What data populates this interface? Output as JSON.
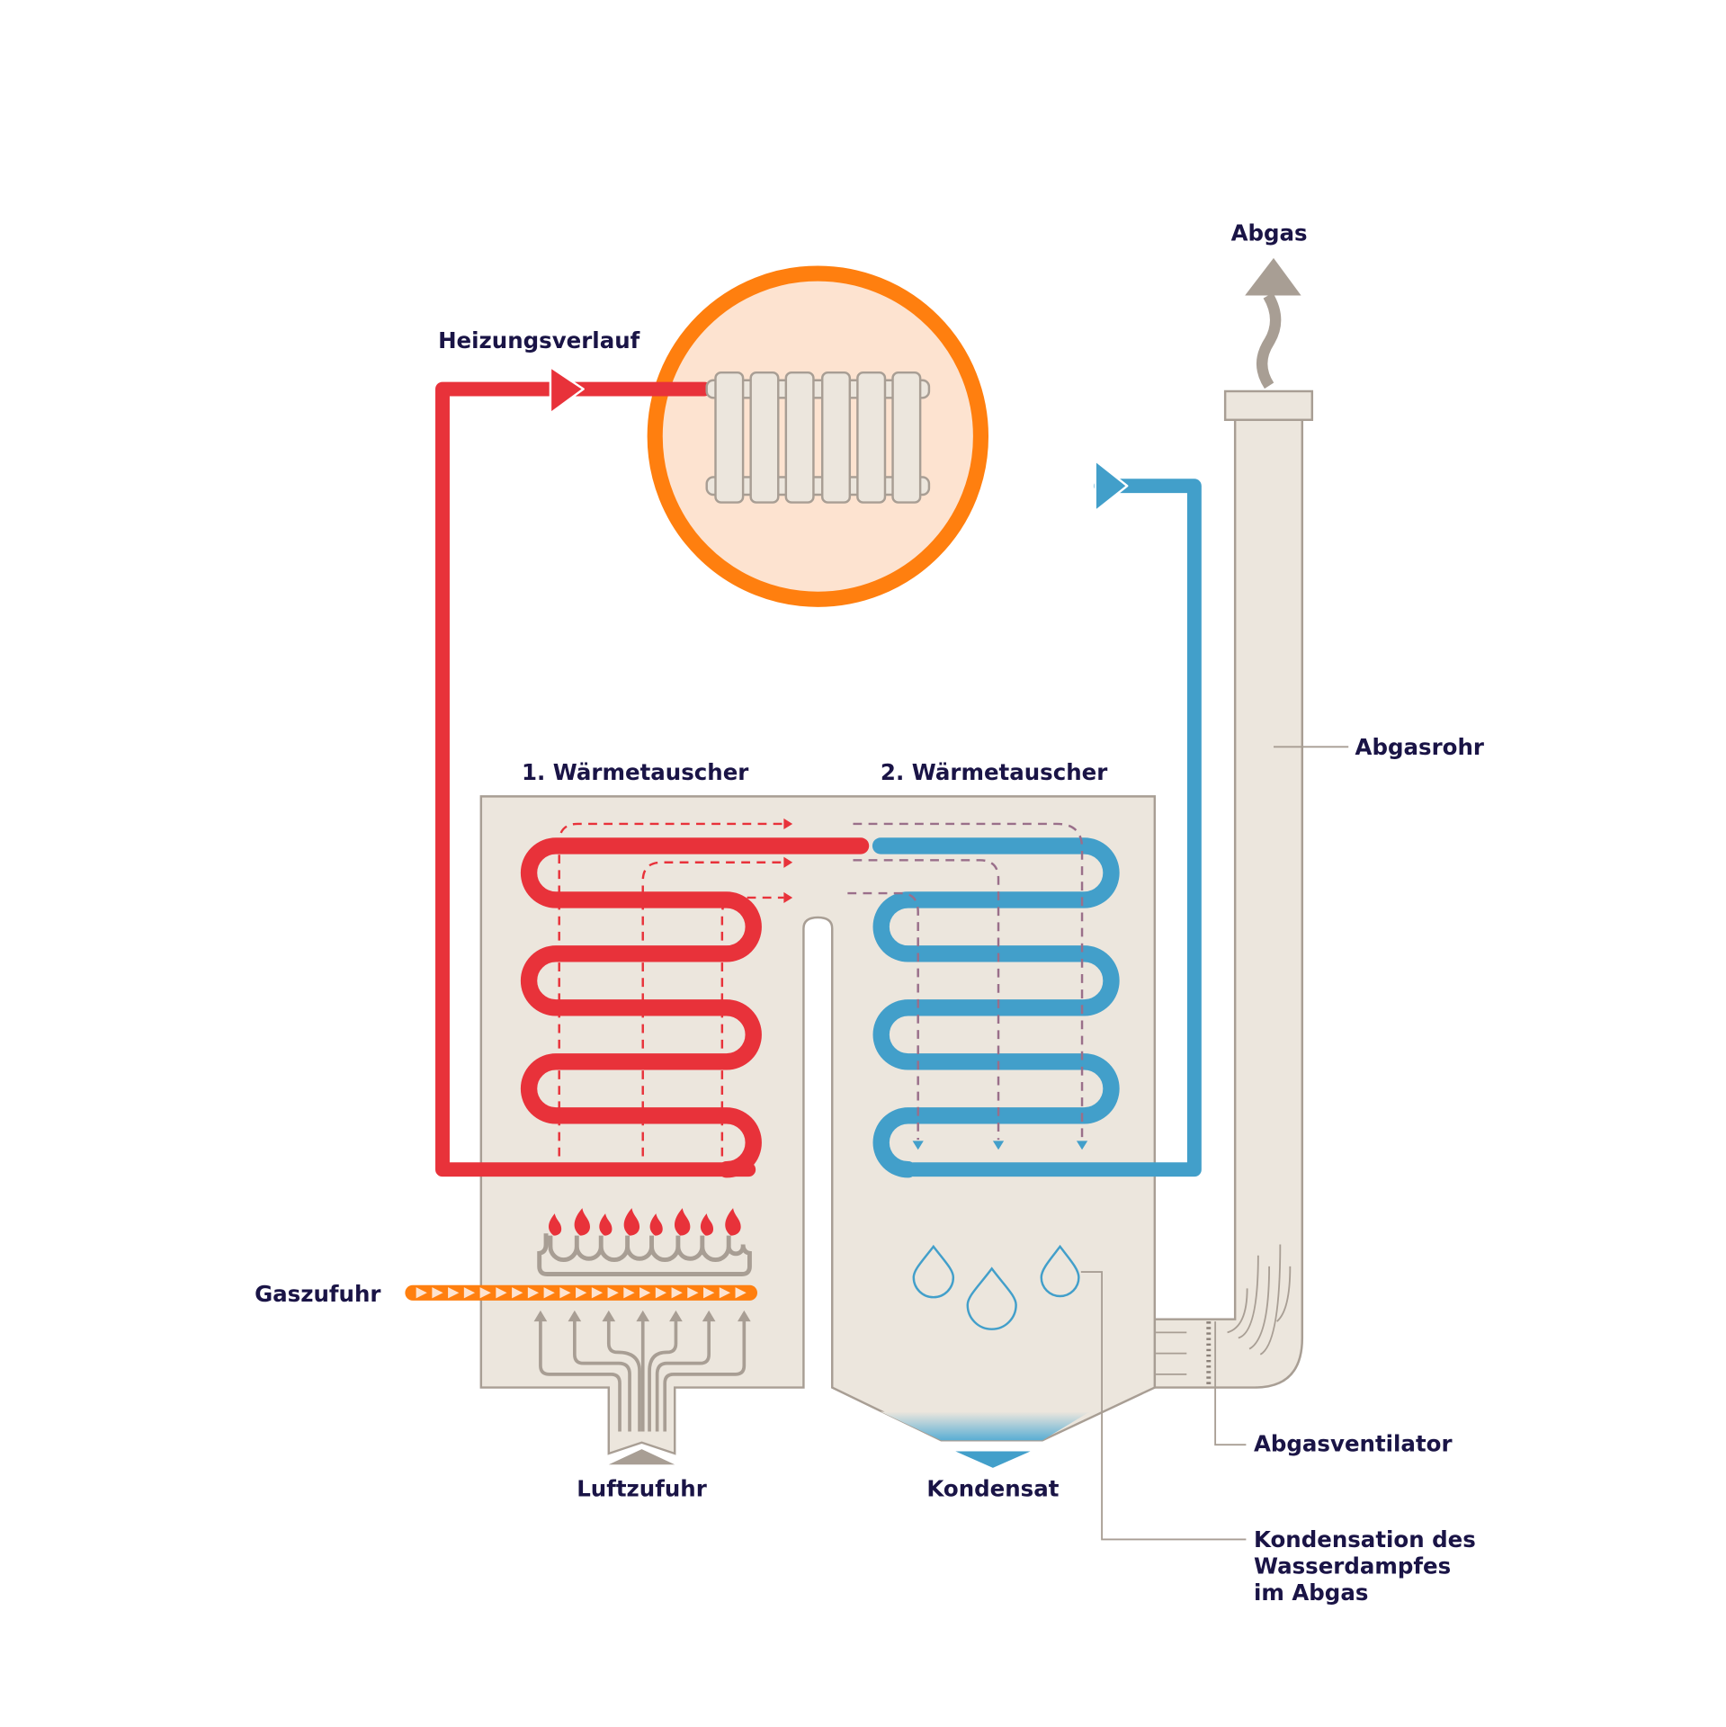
{
  "labels": {
    "abgas": "Abgas",
    "heizungsverlauf": "Heizungsverlauf",
    "waermetauscher_1": "1. Wärmetauscher",
    "waermetauscher_2": "2. Wärmetauscher",
    "abgasrohr": "Abgasrohr",
    "gaszufuhr": "Gaszufuhr",
    "luftzufuhr": "Luftzufuhr",
    "kondensat": "Kondensat",
    "abgasventilator": "Abgasventilator",
    "kondensation_lines": [
      "Kondensation des",
      "Wasserdampfes",
      "im Abgas"
    ]
  },
  "colors": {
    "hot_flow": "#e8323a",
    "cold_flow": "#429fca",
    "gas": "#ff7f0f",
    "radiator_ring": "#ff7f0f",
    "radiator_fill": "#fde3d0",
    "housing": "#ece6dd",
    "housing_stroke": "#a89e94",
    "text": "#1a1446"
  },
  "icons": [
    "radiator-icon",
    "flame-icon",
    "water-drop-icon",
    "exhaust-arrow-icon"
  ]
}
